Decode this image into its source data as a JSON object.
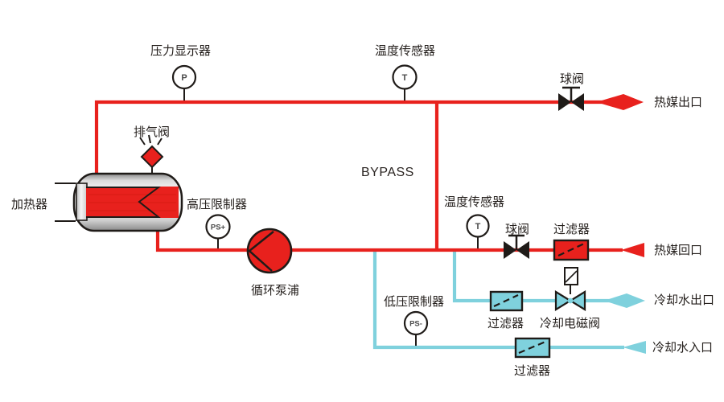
{
  "colors": {
    "hot": "#e8211d",
    "cool": "#7fd1dd",
    "ink": "#1f1b18"
  },
  "diagram": {
    "labels": {
      "pressure_display": "压力显示器",
      "temp_sensor_top": "温度传感器",
      "ball_valve_top": "球阀",
      "hot_outlet": "热媒出口",
      "exhaust_valve": "排气阀",
      "heater": "加热器",
      "high_pressure_limiter": "高压限制器",
      "bypass": "BYPASS",
      "temp_sensor_mid": "温度传感器",
      "ball_valve_mid": "球阀",
      "filter_hot": "过滤器",
      "hot_return": "热媒回口",
      "circulation_pump": "循环泵浦",
      "low_pressure_limiter": "低压限制器",
      "filter_cool_out": "过滤器",
      "cooling_solenoid": "冷却电磁阀",
      "cool_outlet": "冷却水出口",
      "filter_cool_in": "过滤器",
      "cool_inlet": "冷却水入口"
    },
    "instruments": {
      "pressure": "P",
      "temperature_top": "T",
      "temperature_mid": "T",
      "pressure_switch_high": "PS+",
      "pressure_switch_low": "PS-"
    }
  }
}
